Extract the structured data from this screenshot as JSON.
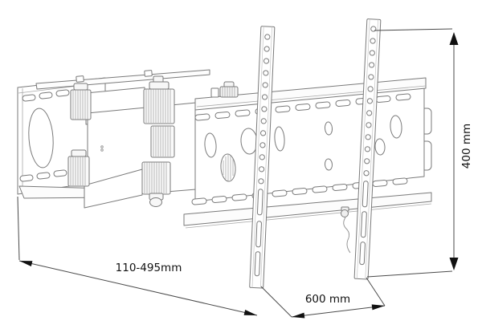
{
  "diagram": {
    "labels": {
      "extension_range": "110-495mm",
      "bracket_width": "600 mm",
      "bracket_height": "400 mm"
    },
    "colors": {
      "background": "#ffffff",
      "drawing_line": "#7a7a7a",
      "drawing_line_light": "#a9a9a9",
      "dimension_line": "#4a4a4a",
      "annotation_text": "#111111"
    }
  }
}
